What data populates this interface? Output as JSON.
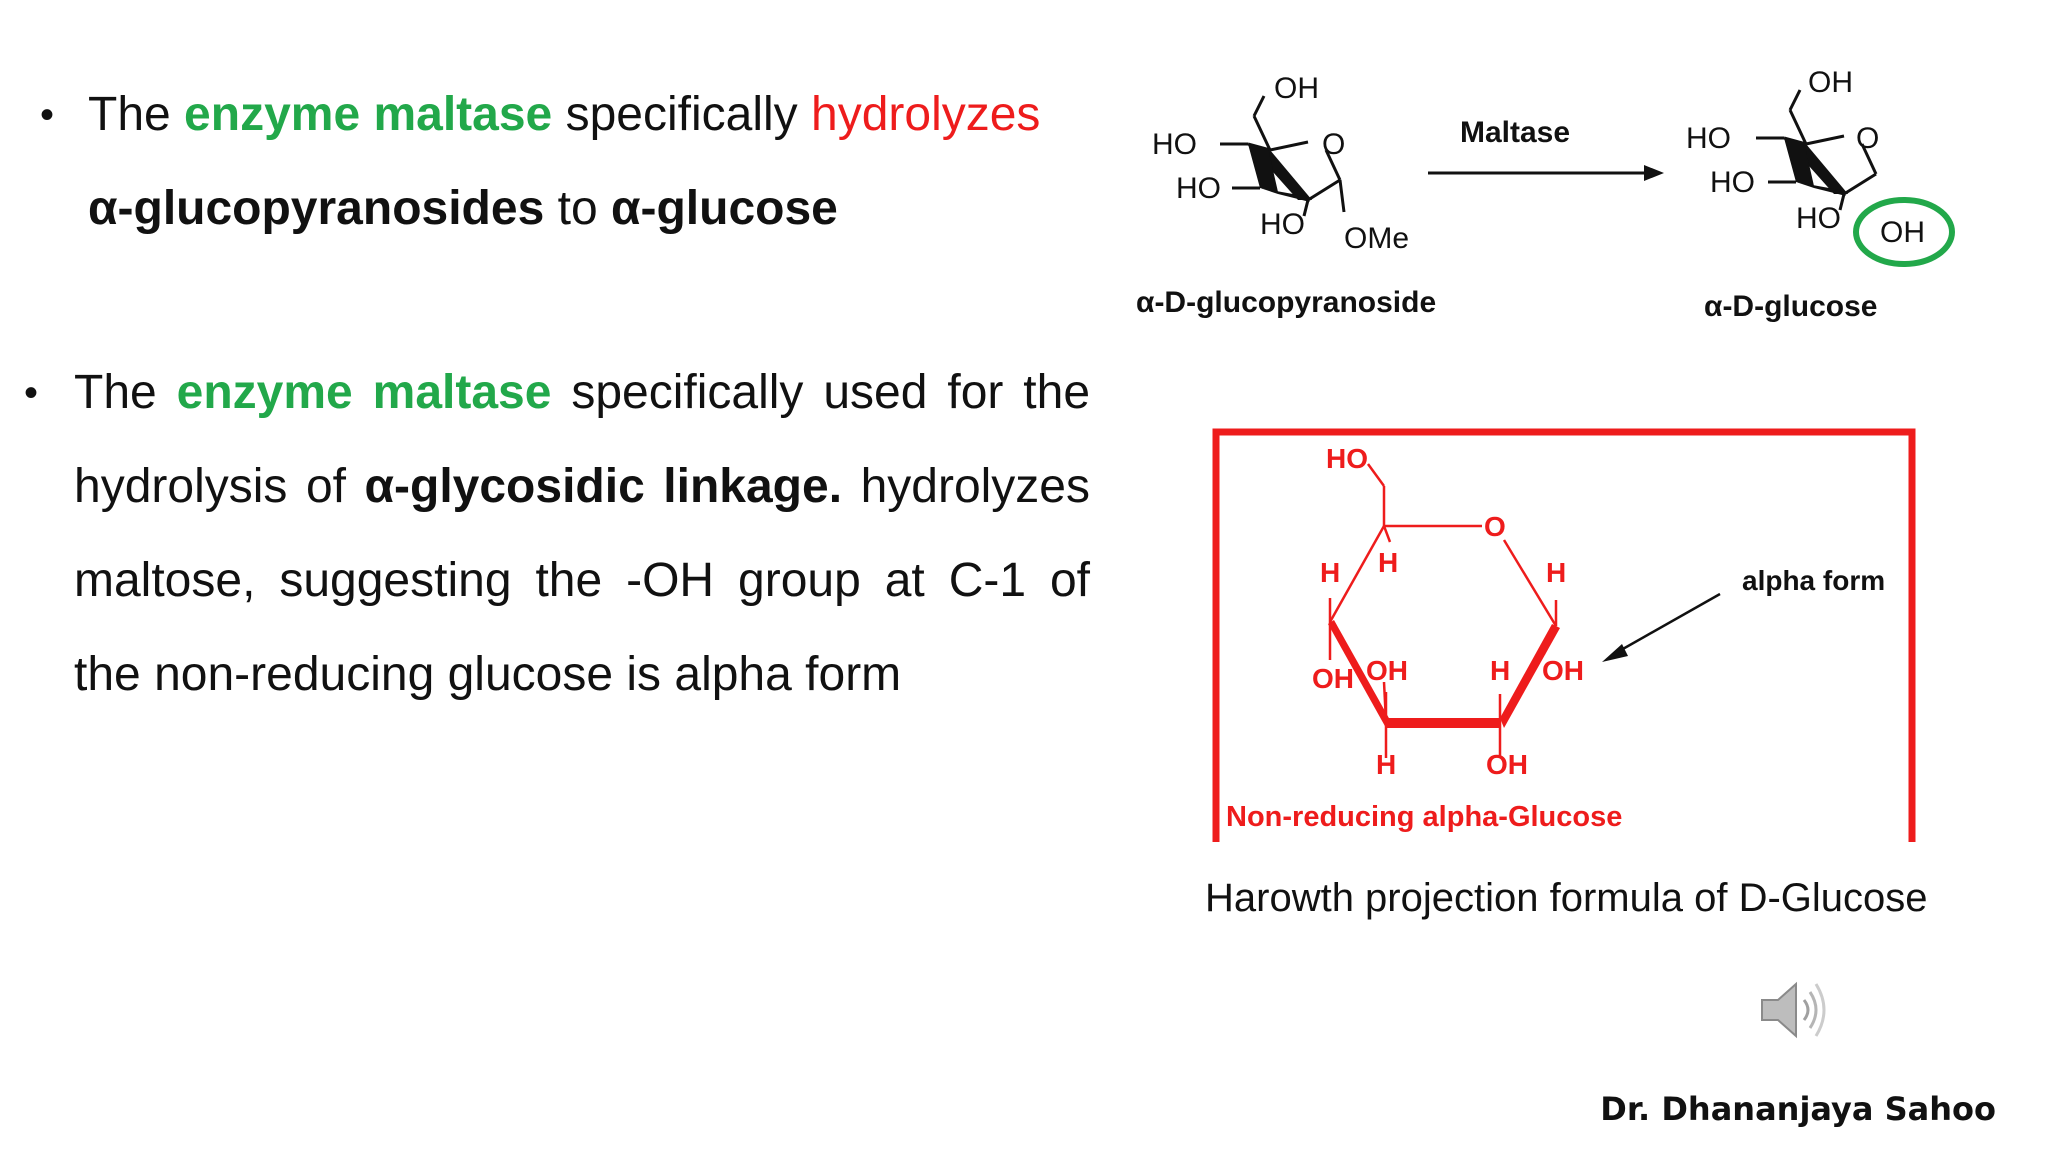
{
  "bullet1": {
    "marker": "•",
    "t1": "The ",
    "t2": "enzyme maltase",
    "t3": " specifically ",
    "t4": "hydrolyzes",
    "t5": "α-glucopyranosides",
    "t6": " to ",
    "t7": "α-glucose"
  },
  "bullet2": {
    "marker": "•",
    "t1": "The ",
    "t2": "enzyme maltase",
    "t3": " specifically used  for the hydrolysis of ",
    "t4": "α-glycosidic linkage.",
    "t5": " hydrolyzes maltose, suggesting the -OH group at C-1 of the non-reducing glucose is alpha form"
  },
  "reaction": {
    "reactant": {
      "oh_top": "OH",
      "ho_left": "HO",
      "ring_o": "O",
      "ho_mid": "HO",
      "ho_bottom": "HO",
      "ome": "OMe",
      "name": "α-D-glucopyranoside"
    },
    "arrow_label": "Maltase",
    "product": {
      "oh_top": "OH",
      "ho_left": "HO",
      "ring_o": "O",
      "ho_mid": "HO",
      "ho_bottom": "HO",
      "oh_anomeric": "OH",
      "name": "α-D-glucose"
    }
  },
  "haworth": {
    "ho": "HO",
    "o": "O",
    "h_c5": "H",
    "h_c4": "H",
    "h_c1": "H",
    "oh_c4": "OH",
    "oh_c3": "OH",
    "h_c2": "H",
    "oh_c1": "OH",
    "h_c3": "H",
    "oh_c2": "OH",
    "alpha_label": "alpha form",
    "box_label": "Non-reducing alpha-Glucose",
    "caption": "Harowth projection formula of D-Glucose",
    "color": "#ee1c1c"
  },
  "author": "Dr. Dhananjaya Sahoo",
  "speaker_icon": "speaker-icon"
}
